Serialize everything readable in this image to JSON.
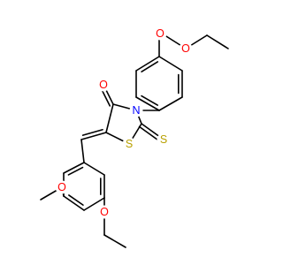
{
  "colors": {
    "carbon_bond": "#000000",
    "oxygen": "#ff0000",
    "nitrogen": "#0000ff",
    "sulfur": "#b8a000",
    "background": "#ffffff"
  },
  "structure": {
    "atom_labels": {
      "ester_carbonyl_o": "O",
      "ester_ether_o": "O",
      "ring_carbonyl_o": "O",
      "ring_n": "N",
      "ring_s": "S",
      "thione_s": "S",
      "methoxy_o": "O",
      "ethoxy_o": "O"
    }
  }
}
